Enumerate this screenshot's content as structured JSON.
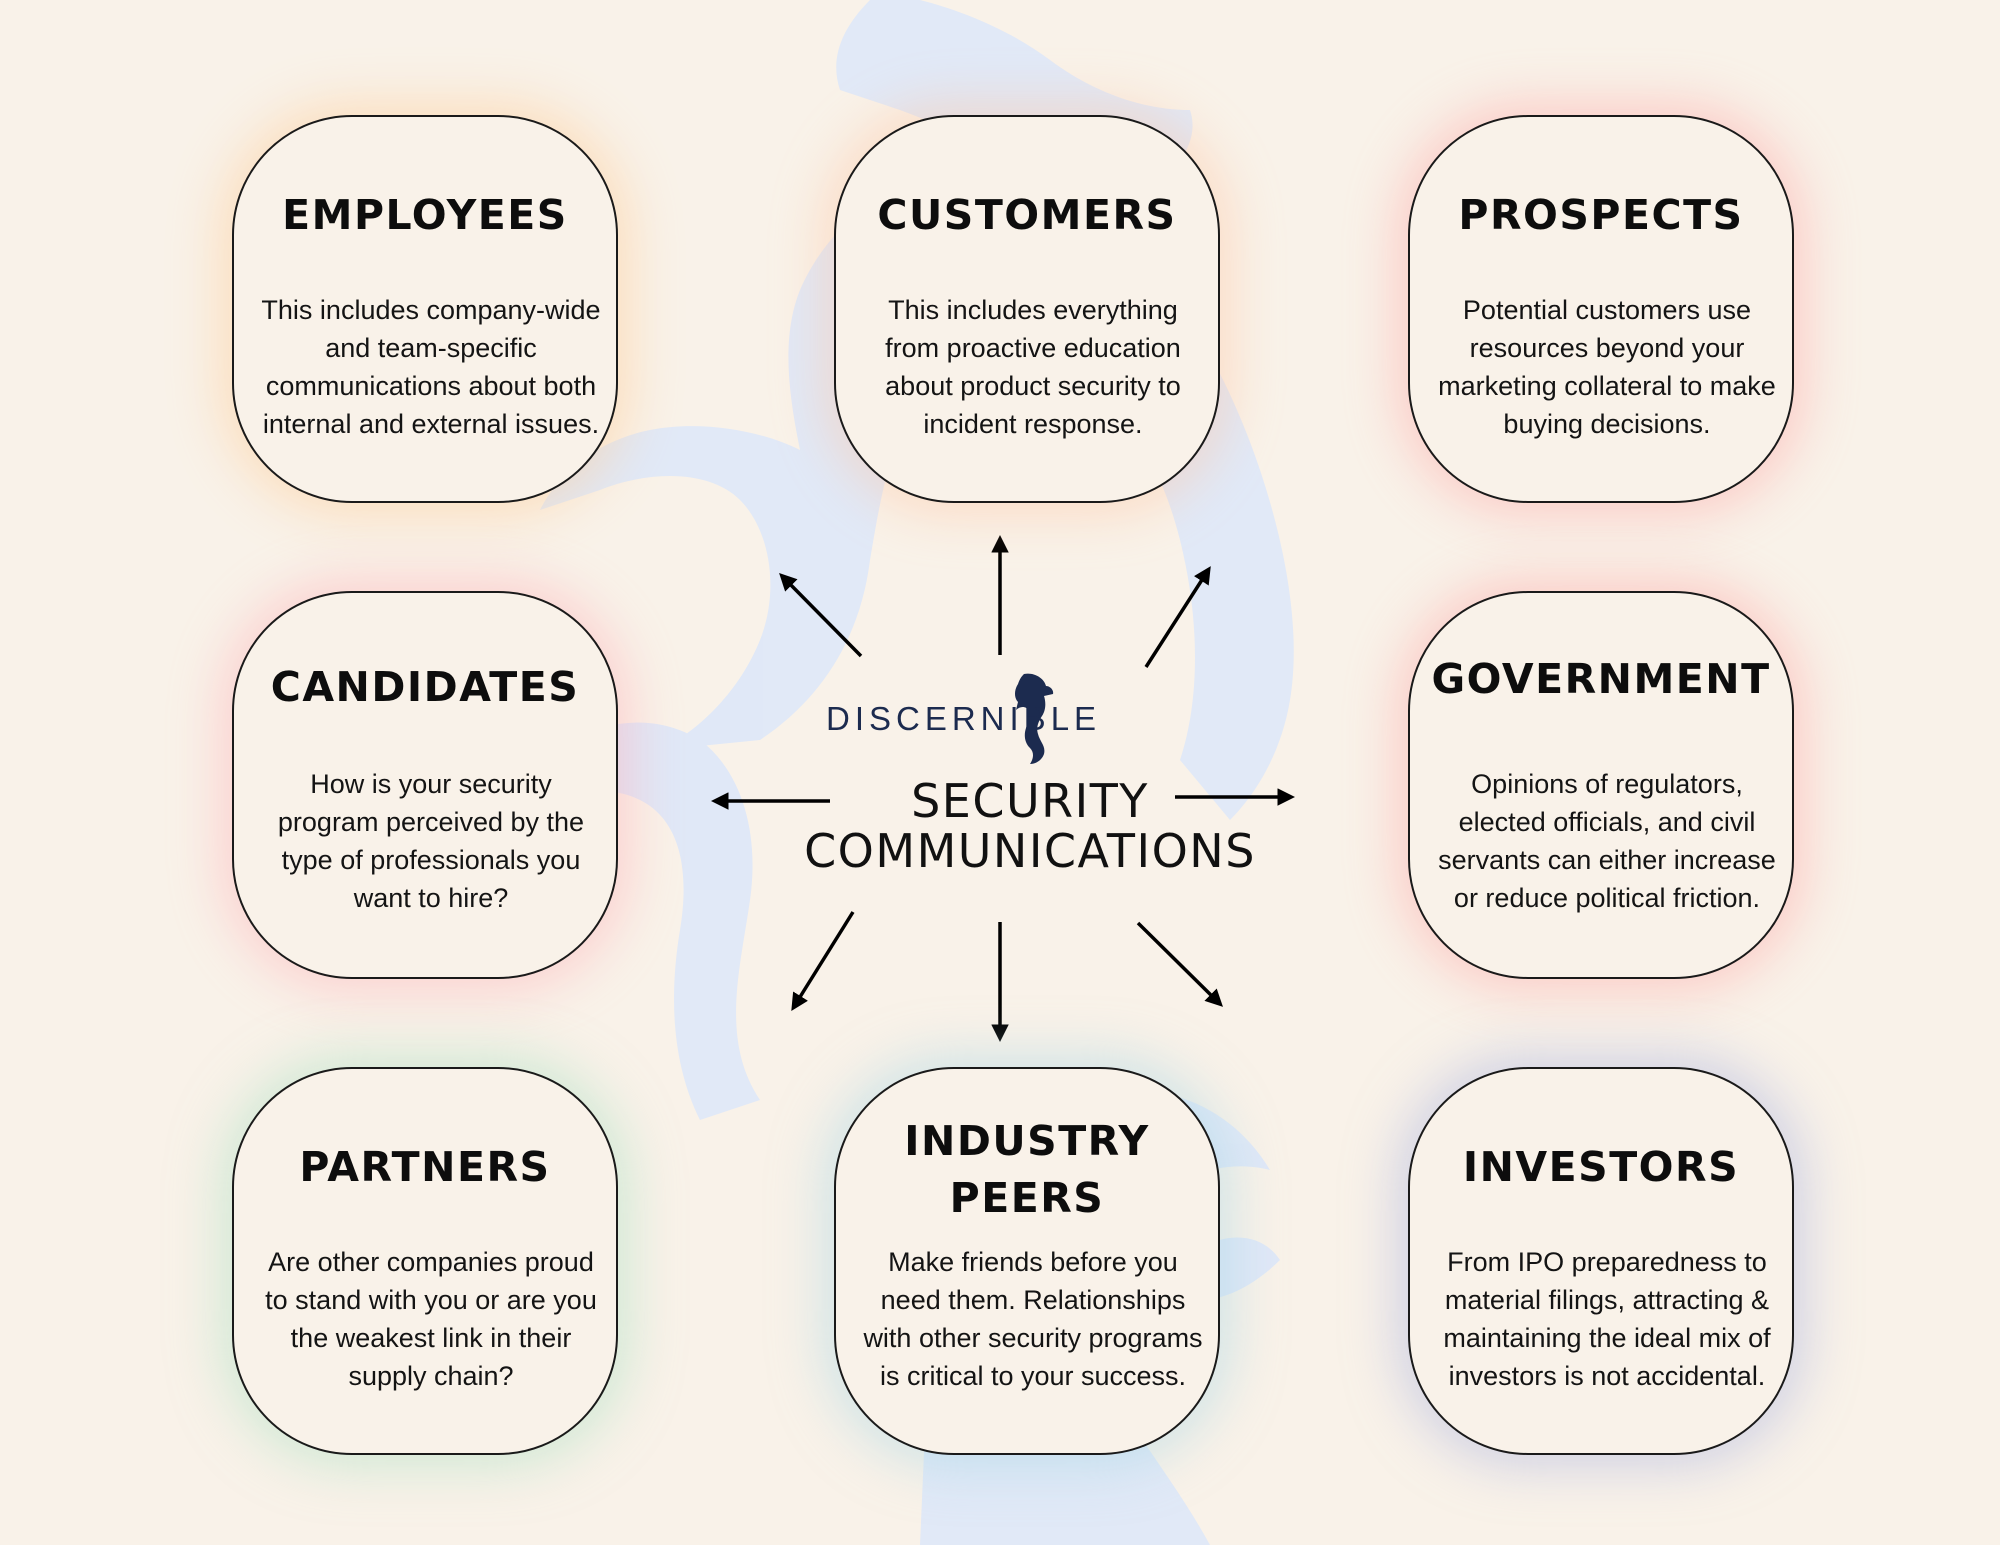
{
  "center": {
    "brand": "DISCERNIBLE",
    "title_line1": "SECURITY",
    "title_line2": "COMMUNICATIONS"
  },
  "cards": [
    {
      "title": "EMPLOYEES",
      "desc": "This includes company-wide and team-specific communications about both internal and external issues."
    },
    {
      "title": "CUSTOMERS",
      "desc": "This includes everything from proactive education about product security to incident response."
    },
    {
      "title": "PROSPECTS",
      "desc": "Potential customers use resources beyond your marketing collateral to make buying decisions."
    },
    {
      "title": "CANDIDATES",
      "desc": "How is your  security program perceived by the type of professionals you want to hire?"
    },
    {
      "title": "GOVERNMENT",
      "desc": "Opinions of regulators, elected officials, and civil servants can either increase or reduce political friction."
    },
    {
      "title": "PARTNERS",
      "desc": "Are other companies proud to stand with you or are you the weakest link in their supply chain?"
    },
    {
      "title_line1": "INDUSTRY",
      "title_line2": "PEERS",
      "desc": "Make friends before you need them. Relationships with other security programs is critical to your success."
    },
    {
      "title": "INVESTORS",
      "desc": "From IPO preparedness to material filings, attracting & maintaining the ideal mix of investors is not accidental."
    }
  ],
  "colors": {
    "background": "#f9f2e9",
    "watermark": "#dfe8f8",
    "brand_navy": "#1c2b4f"
  }
}
